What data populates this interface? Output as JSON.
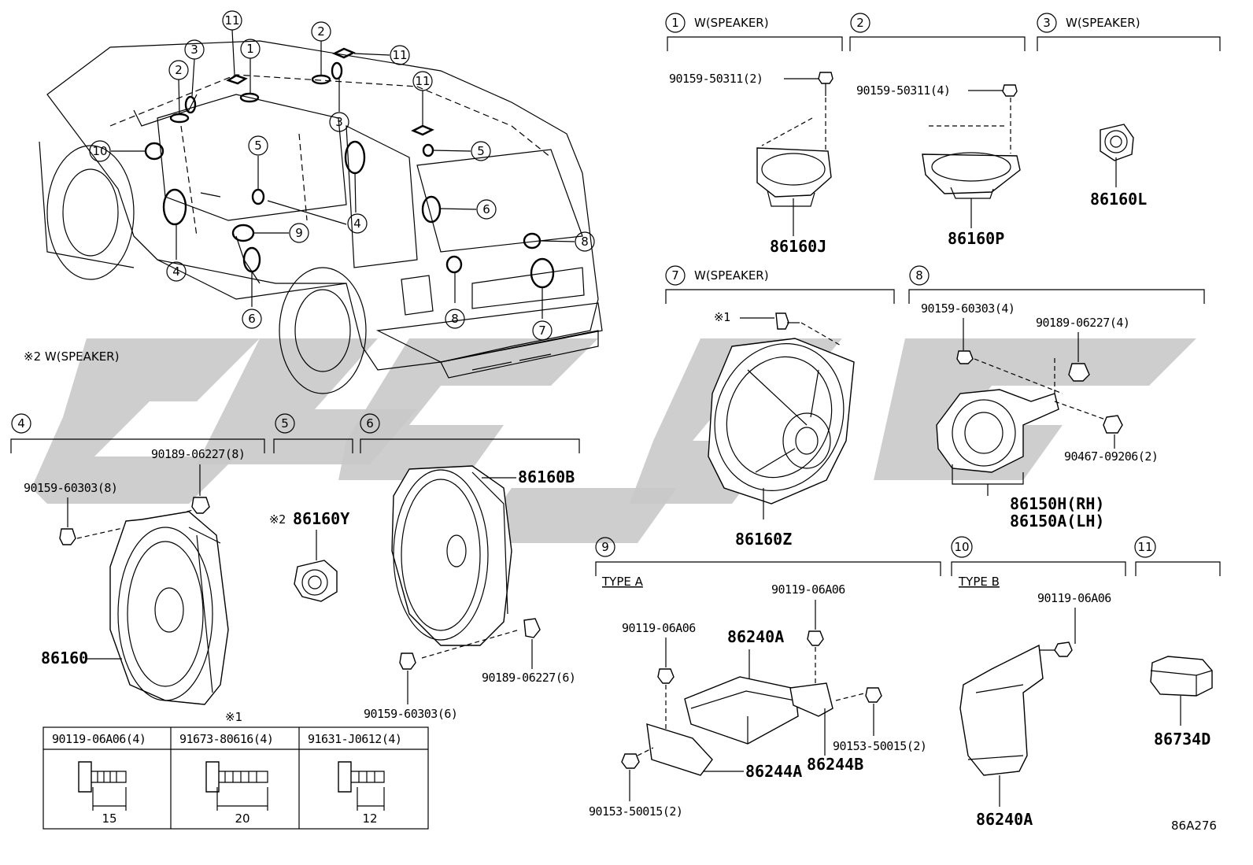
{
  "diagram": {
    "ref_code": "86A276",
    "section_headers": [
      {
        "num": "1",
        "label": "W(SPEAKER)"
      },
      {
        "num": "2",
        "label": ""
      },
      {
        "num": "3",
        "label": "W(SPEAKER)"
      },
      {
        "num": "4",
        "label": ""
      },
      {
        "num": "5",
        "label": ""
      },
      {
        "num": "6",
        "label": ""
      },
      {
        "num": "7",
        "label": "W(SPEAKER)"
      },
      {
        "num": "8",
        "label": ""
      },
      {
        "num": "9",
        "label": ""
      },
      {
        "num": "10",
        "label": ""
      },
      {
        "num": "11",
        "label": ""
      }
    ],
    "note_2": "※2 W(SPEAKER)",
    "type_a": "TYPE A",
    "type_b": "TYPE B",
    "callouts_car": [
      "11",
      "1",
      "2",
      "11",
      "3",
      "2",
      "3",
      "11",
      "10",
      "5",
      "5",
      "4",
      "6",
      "9",
      "4",
      "8",
      "6",
      "8",
      "7"
    ],
    "parts": {
      "p1_bolt": "90159-50311(2)",
      "p1_spk": "86160J",
      "p2_bolt": "90159-50311(4)",
      "p2_spk": "86160P",
      "p3_spk": "86160L",
      "p7_screw": "※1",
      "p7_spk": "86160Z",
      "p8_bolt": "90159-60303(4)",
      "p8_clip": "90189-06227(4)",
      "p8_nut": "90467-09206(2)",
      "p8_rh": "86150H(RH)",
      "p8_lh": "86150A(LH)",
      "p4_clip": "90189-06227(8)",
      "p4_bolt": "90159-60303(8)",
      "p4_spk": "86160",
      "p5_spk": "86160Y",
      "p5_note": "※2",
      "p6_spk": "86160B",
      "p6_clip": "90189-06227(6)",
      "p6_bolt": "90159-60303(6)",
      "p9_bolt_a": "90119-06A06",
      "p9_bolt_b": "90119-06A06",
      "p9_amp": "86240A",
      "p9_brk_a": "86244A",
      "p9_brk_b": "86244B",
      "p9_screw_r": "90153-50015(2)",
      "p9_screw_l": "90153-50015(2)",
      "p10_bolt": "90119-06A06",
      "p10_amp": "86240A",
      "p11_part": "86734D"
    },
    "bolt_table": {
      "note": "※1",
      "columns": [
        {
          "part": "90119-06A06(4)",
          "length": "15"
        },
        {
          "part": "91673-80616(4)",
          "length": "20"
        },
        {
          "part": "91631-J0612(4)",
          "length": "12"
        }
      ]
    }
  }
}
